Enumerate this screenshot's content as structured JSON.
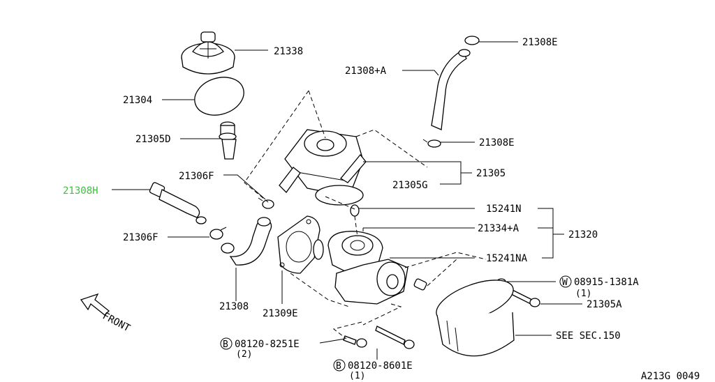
{
  "diagram": {
    "figure_code": "A213G 0049",
    "front_label": "FRONT",
    "labels": {
      "p21338": "21338",
      "p21304": "21304",
      "p21305D": "21305D",
      "p21306F_top": "21306F",
      "p21308H": "21308H",
      "p21306F_bottom": "21306F",
      "p21308": "21308",
      "p21309E": "21309E",
      "p21308E_top": "21308E",
      "p21308plusA": "21308+A",
      "p21308E_mid": "21308E",
      "p21305": "21305",
      "p21305G": "21305G",
      "p15241N": "15241N",
      "p21334plusA": "21334+A",
      "p21320": "21320",
      "p15241NA": "15241NA",
      "p08915": "08915-1381A",
      "p08915_qty": "(1)",
      "p21305A": "21305A",
      "see_sec": "SEE SEC.150",
      "p08120_8251": "08120-8251E",
      "p08120_8251_qty": "(2)",
      "p08120_8601": "08120-8601E",
      "p08120_8601_qty": "(1)"
    },
    "badges": {
      "w": "W",
      "b1": "B",
      "b2": "B"
    },
    "highlight_color": "#3fbf3f"
  }
}
